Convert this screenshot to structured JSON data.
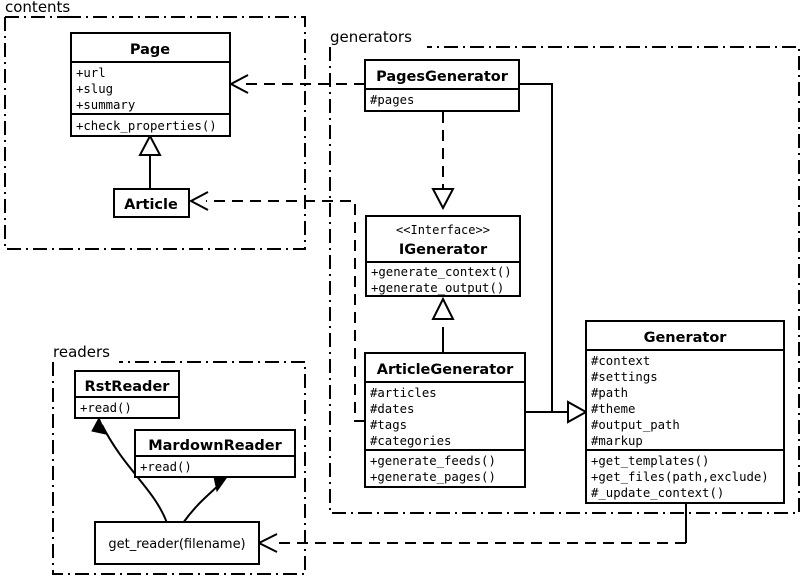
{
  "diagram": {
    "type": "uml-class-diagram",
    "packages": [
      {
        "id": "contents",
        "label": "contents"
      },
      {
        "id": "generators",
        "label": "generators"
      },
      {
        "id": "readers",
        "label": "readers"
      }
    ],
    "classes": {
      "page": {
        "name": "Page",
        "attributes": [
          "+url",
          "+slug",
          "+summary"
        ],
        "methods": [
          "+check_properties()"
        ]
      },
      "article": {
        "name": "Article",
        "attributes": [],
        "methods": []
      },
      "pages_generator": {
        "name": "PagesGenerator",
        "attributes": [
          "#pages"
        ],
        "methods": []
      },
      "igenerator": {
        "stereotype": "<<Interface>>",
        "name": "IGenerator",
        "attributes": [],
        "methods": [
          "+generate_context()",
          "+generate_output()"
        ]
      },
      "article_generator": {
        "name": "ArticleGenerator",
        "attributes": [
          "#articles",
          "#dates",
          "#tags",
          "#categories"
        ],
        "methods": [
          "+generate_feeds()",
          "+generate_pages()"
        ]
      },
      "generator": {
        "name": "Generator",
        "attributes": [
          "#context",
          "#settings",
          "#path",
          "#theme",
          "#output_path",
          "#markup"
        ],
        "methods": [
          "+get_templates()",
          "+get_files(path,exclude)",
          "#_update_context()"
        ]
      },
      "rst_reader": {
        "name": "RstReader",
        "attributes": [],
        "methods": [
          "+read()"
        ]
      },
      "mardown_reader": {
        "name": "MardownReader",
        "attributes": [],
        "methods": [
          "+read()"
        ]
      }
    },
    "functions": {
      "get_reader": {
        "label": "get_reader(filename)"
      }
    },
    "relations": [
      {
        "id": "article-extends-page",
        "kind": "generalization",
        "from": "Article",
        "to": "Page"
      },
      {
        "id": "pagesgenerator-realizes-igenerator",
        "kind": "realization",
        "from": "PagesGenerator",
        "to": "IGenerator"
      },
      {
        "id": "articlegenerator-extends-igenerator",
        "kind": "generalization",
        "from": "ArticleGenerator",
        "to": "IGenerator"
      },
      {
        "id": "pagesgenerator-extends-generator",
        "kind": "generalization",
        "from": "PagesGenerator",
        "to": "Generator"
      },
      {
        "id": "articlegenerator-extends-generator",
        "kind": "generalization",
        "from": "ArticleGenerator",
        "to": "Generator"
      },
      {
        "id": "pagesgenerator-uses-page",
        "kind": "dependency",
        "from": "PagesGenerator",
        "to": "Page"
      },
      {
        "id": "articlegenerator-uses-article",
        "kind": "dependency",
        "from": "ArticleGenerator",
        "to": "Article"
      },
      {
        "id": "generator-uses-get-reader",
        "kind": "dependency",
        "from": "Generator",
        "to": "get_reader(filename)"
      },
      {
        "id": "get-reader-creates-rstreader",
        "kind": "creates",
        "from": "get_reader(filename)",
        "to": "RstReader"
      },
      {
        "id": "get-reader-creates-mardownreader",
        "kind": "creates",
        "from": "get_reader(filename)",
        "to": "MardownReader"
      }
    ],
    "colors": {
      "background": "#ffffff",
      "stroke": "#000000",
      "box_fill": "#ffffff"
    }
  }
}
